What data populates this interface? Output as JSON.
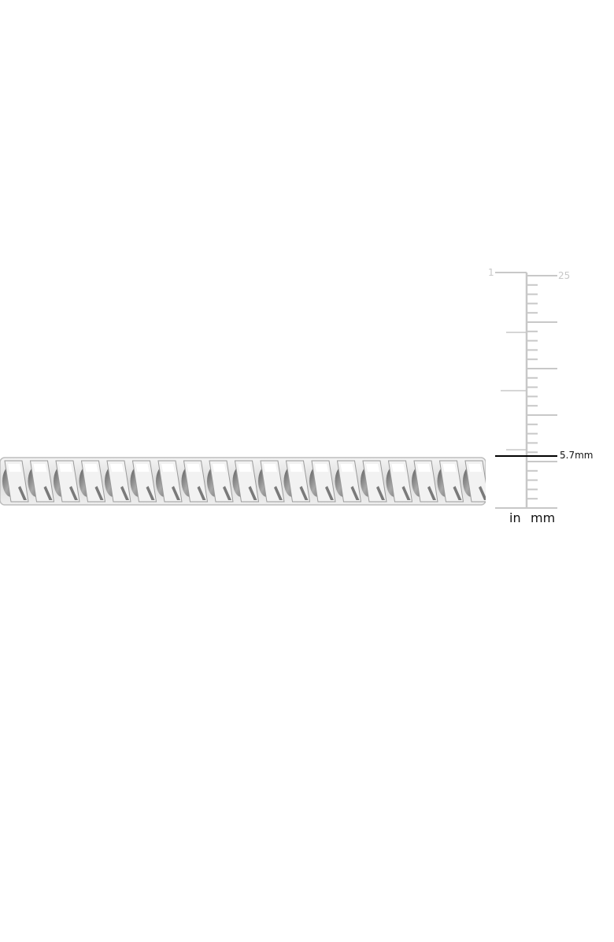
{
  "product_image": {
    "subject": "curb chain bracelet",
    "background_color": "#ffffff"
  },
  "ruler": {
    "left_unit_label": "in",
    "right_unit_label": "mm",
    "top_inch_label": "1",
    "top_mm_label": "25",
    "tick_color": "#c8c8c8",
    "mm_ticks": 25,
    "inch_subticks": 3
  },
  "measurement": {
    "label": "5.7mm",
    "value_mm": 5.7,
    "line_color": "#000000"
  }
}
